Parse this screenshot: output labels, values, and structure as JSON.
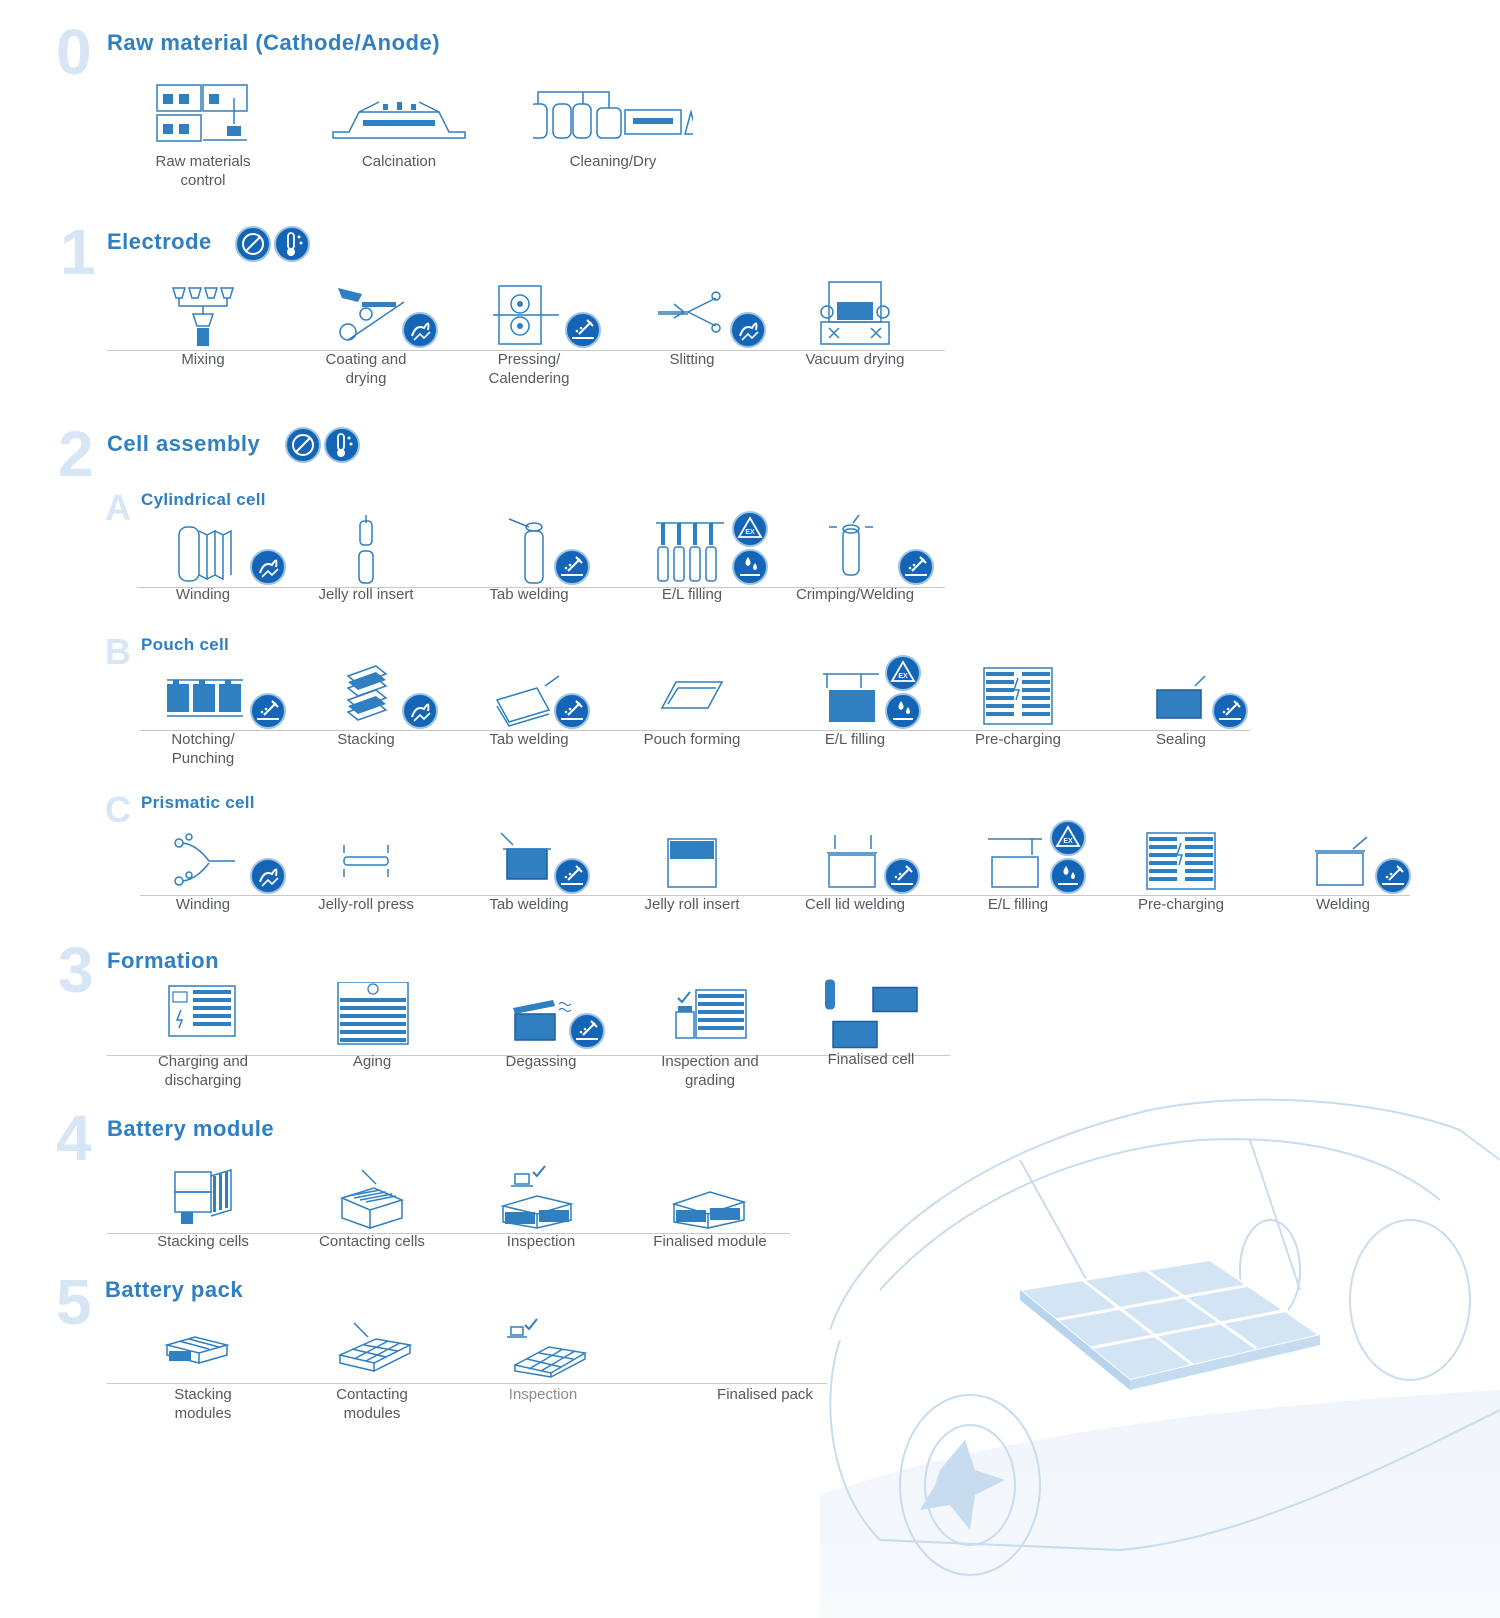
{
  "colors": {
    "accent": "#2f7fc1",
    "number_light": "#d6e6f4",
    "badge": "#1565b7",
    "label": "#555a60"
  },
  "sections": [
    {
      "num": "0",
      "title": "Raw material (Cathode/Anode)",
      "steps": [
        "Raw materials\ncontrol",
        "Calcination",
        "Cleaning/Dry"
      ]
    },
    {
      "num": "1",
      "title": "Electrode",
      "steps": [
        "Mixing",
        "Coating and\ndrying",
        "Pressing/\nCalendering",
        "Slitting",
        "Vacuum drying"
      ]
    },
    {
      "num": "2",
      "title": "Cell assembly",
      "subsections": [
        {
          "letter": "A",
          "title": "Cylindrical cell",
          "steps": [
            "Winding",
            "Jelly roll insert",
            "Tab welding",
            "E/L filling",
            "Crimping/Welding"
          ]
        },
        {
          "letter": "B",
          "title": "Pouch cell",
          "steps": [
            "Notching/\nPunching",
            "Stacking",
            "Tab welding",
            "Pouch forming",
            "E/L filling",
            "Pre-charging",
            "Sealing"
          ]
        },
        {
          "letter": "C",
          "title": "Prismatic cell",
          "steps": [
            "Winding",
            "Jelly-roll press",
            "Tab welding",
            "Jelly roll insert",
            "Cell lid welding",
            "E/L filling",
            "Pre-charging",
            "Welding"
          ]
        }
      ]
    },
    {
      "num": "3",
      "title": "Formation",
      "steps": [
        "Charging and\ndischarging",
        "Aging",
        "Degassing",
        "Inspection and\ngrading",
        "Finalised cell"
      ]
    },
    {
      "num": "4",
      "title": "Battery module",
      "steps": [
        "Stacking cells",
        "Contacting cells",
        "Inspection",
        "Finalised module"
      ]
    },
    {
      "num": "5",
      "title": "Battery pack",
      "steps": [
        "Stacking\nmodules",
        "Contacting\nmodules",
        "Inspection",
        "Finalised pack"
      ]
    }
  ],
  "icons": {
    "header_badges": [
      "no-dust-icon",
      "temperature-humidity-icon"
    ],
    "step_badges": [
      "gas-emission-icon",
      "welding-fume-icon",
      "explosion-hazard-icon",
      "electrolyte-droplet-icon"
    ]
  }
}
